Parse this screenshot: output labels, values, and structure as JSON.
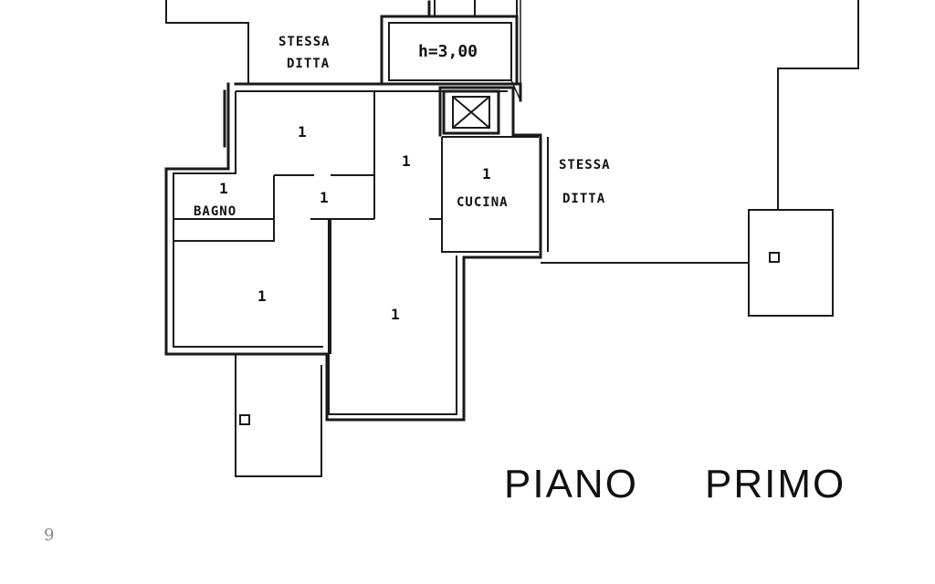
{
  "plan": {
    "title_left": "PIANO",
    "title_right": "PRIMO",
    "neighbor_top_line1": "STESSA",
    "neighbor_top_line2": "DITTA",
    "neighbor_right_line1": "STESSA",
    "neighbor_right_line2": "DITTA",
    "ceiling_height": "h=3,00",
    "room_bagno": "BAGNO",
    "room_cucina": "CUCINA",
    "room_marker": "1",
    "page_mark": "9"
  }
}
